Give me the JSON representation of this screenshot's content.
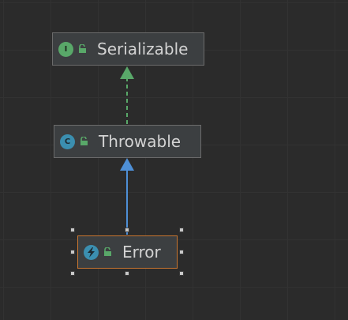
{
  "colors": {
    "background": "#2b2b2b",
    "node_fill": "#3c3f41",
    "node_border": "#6b6b6b",
    "selected_border": "#c8752f",
    "implements_edge": "#59a869",
    "extends_edge": "#4e8fd6",
    "text": "#d3d3d3"
  },
  "nodes": [
    {
      "name": "Serializable",
      "kind": "interface",
      "kind_glyph": "I",
      "icon": "interface-icon",
      "access_icon": "public-lock-icon",
      "selected": false
    },
    {
      "name": "Throwable",
      "kind": "class",
      "kind_glyph": "C",
      "icon": "class-icon",
      "access_icon": "public-lock-icon",
      "selected": false
    },
    {
      "name": "Error",
      "kind": "error",
      "kind_glyph": "",
      "icon": "lightning-icon",
      "access_icon": "public-lock-icon",
      "selected": true
    }
  ],
  "edges": [
    {
      "from": "Throwable",
      "to": "Serializable",
      "type": "implements",
      "style": "dashed"
    },
    {
      "from": "Error",
      "to": "Throwable",
      "type": "extends",
      "style": "solid"
    }
  ]
}
